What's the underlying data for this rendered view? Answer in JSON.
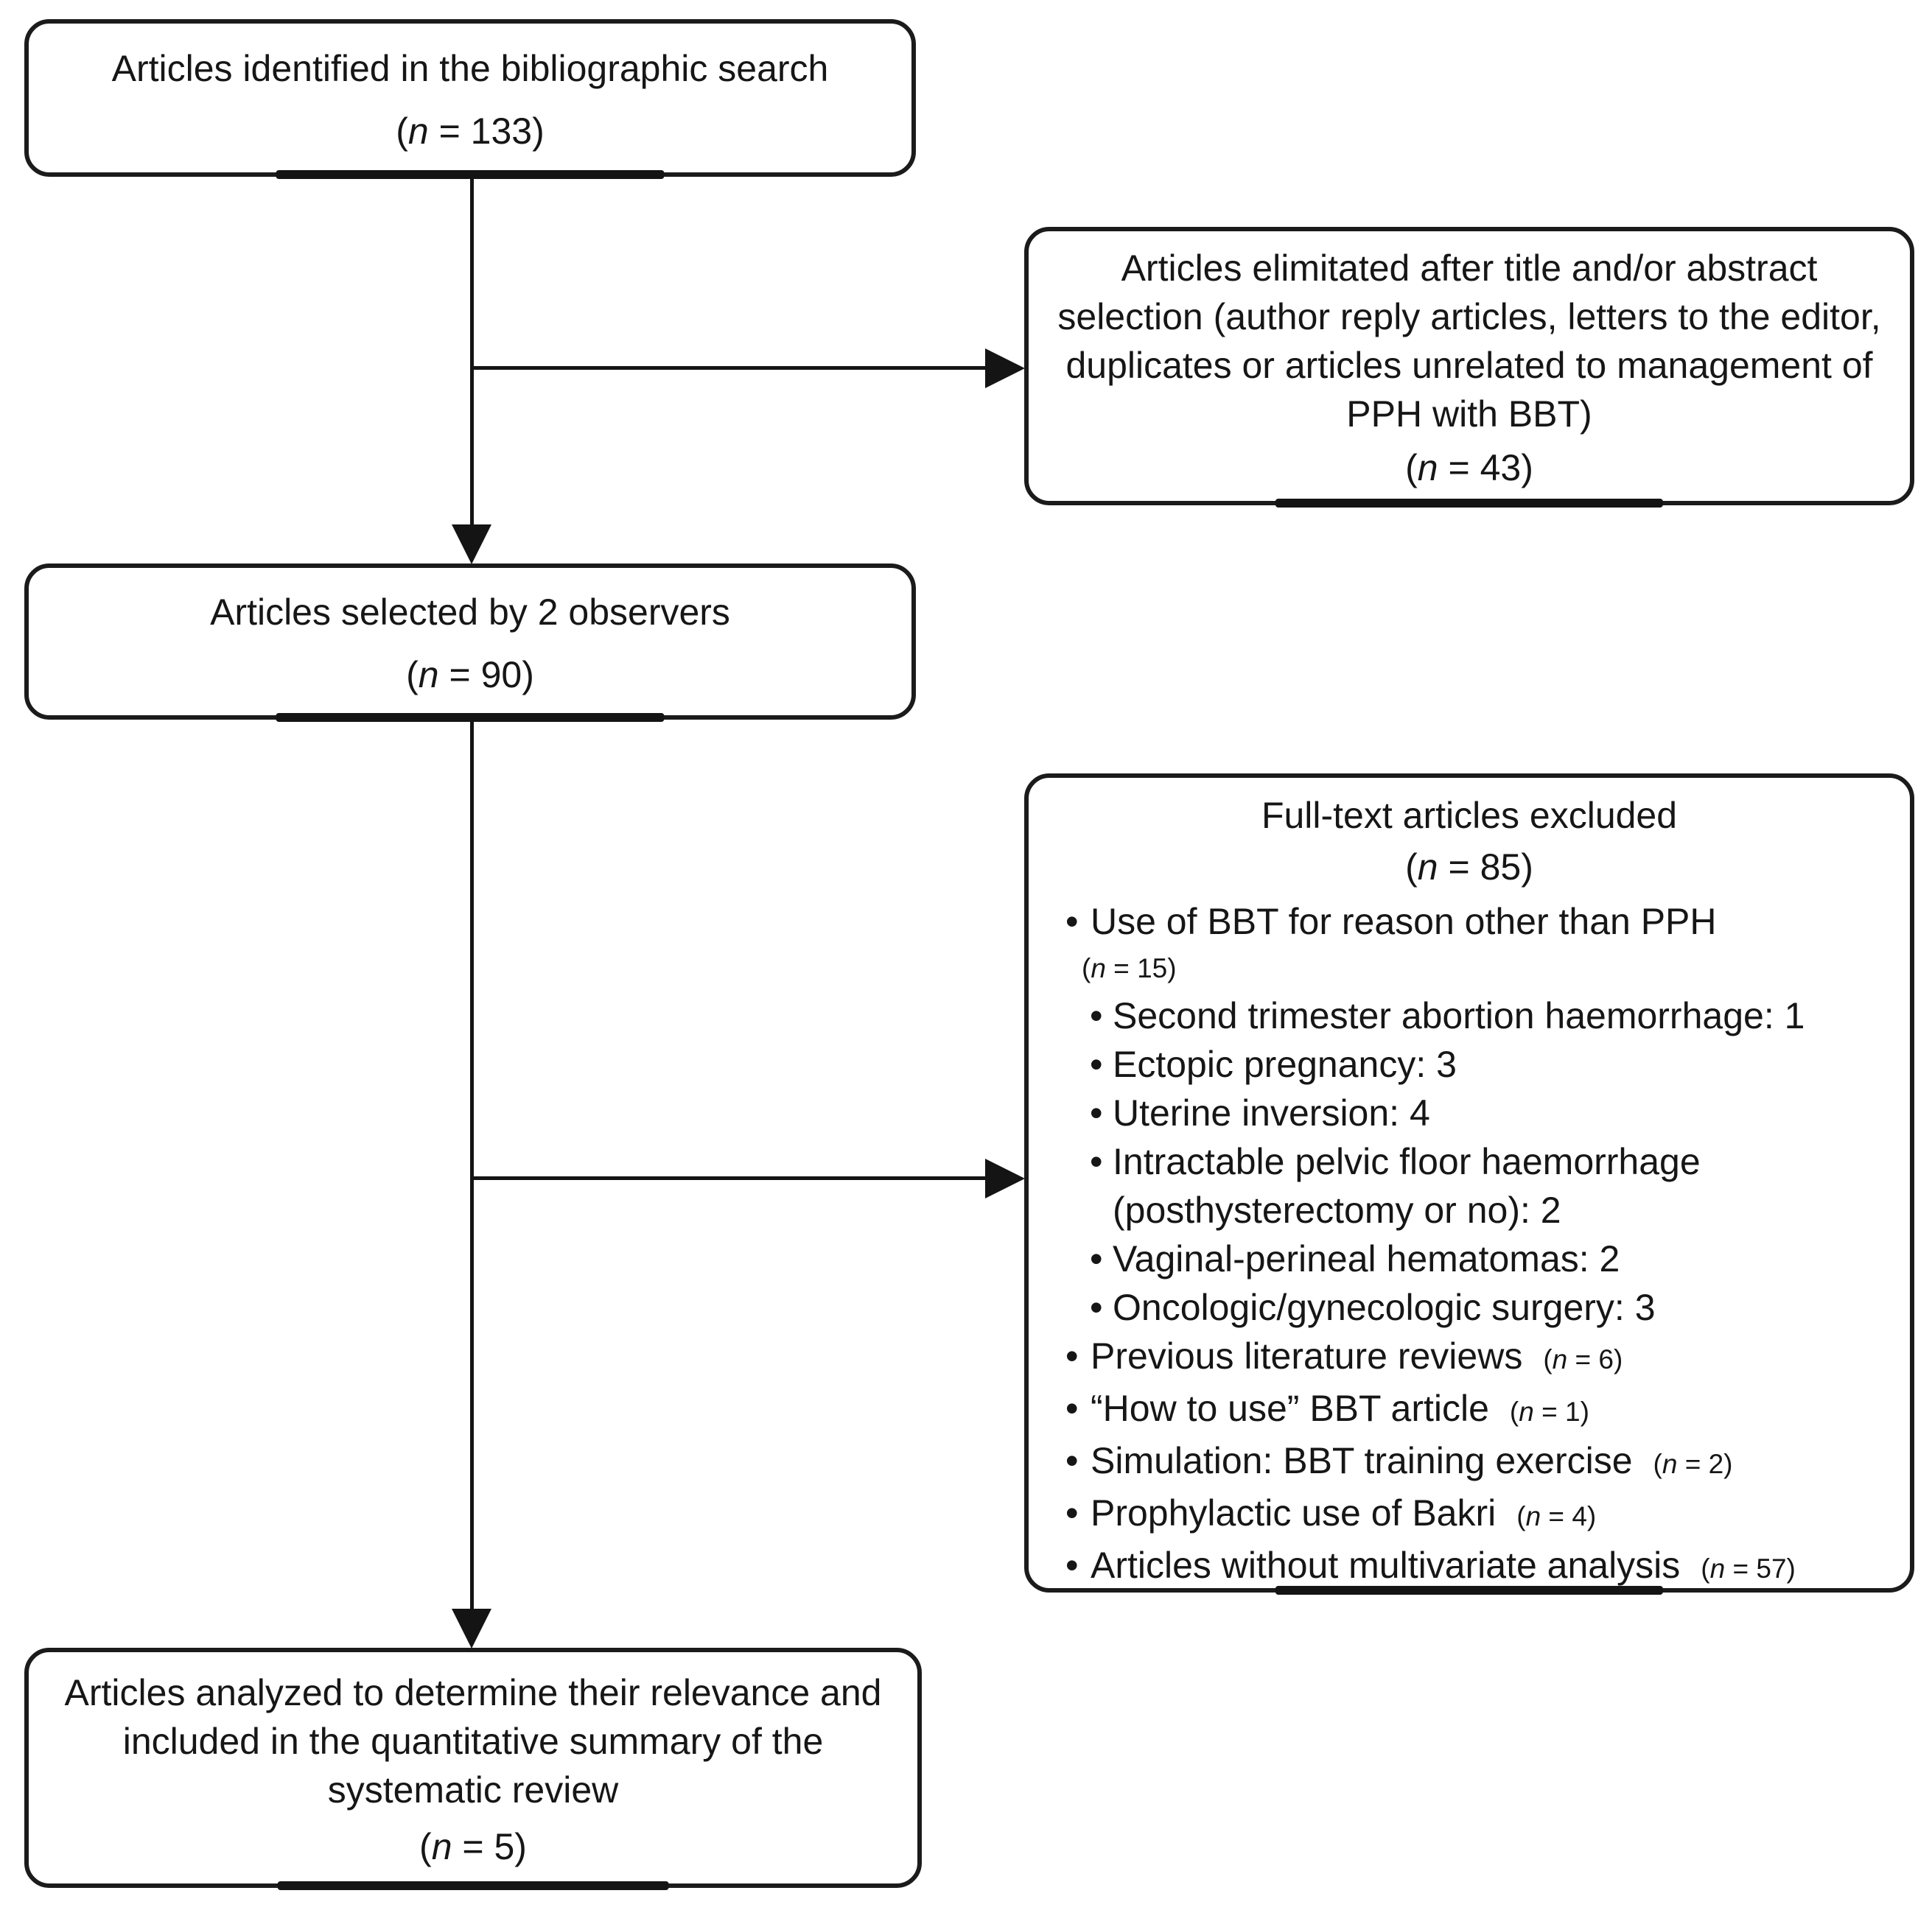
{
  "flowchart": {
    "colors": {
      "ink": "#161616",
      "border": "#1b1b1b",
      "background": "#ffffff"
    },
    "boxes": {
      "identified": {
        "text": "Articles identified in the bibliographic search",
        "count": "(n = 133)"
      },
      "eliminated": {
        "text": "Articles elimitated after title and/or abstract selection (author reply articles, letters to the editor, duplicates or articles unrelated to management of PPH with BBT)",
        "count": "(n = 43)"
      },
      "selected": {
        "text": "Articles selected by 2 observers",
        "count": "(n = 90)"
      },
      "excluded": {
        "title": "Full-text articles excluded",
        "count": "(n = 85)",
        "group_item": {
          "text": "Use of BBT for reason other than PPH",
          "count": "(n = 15)"
        },
        "sub_items": [
          "Second trimester abortion haemorrhage: 1",
          "Ectopic pregnancy: 3",
          "Uterine inversion: 4",
          "Intractable pelvic floor haemorrhage (posthysterectomy or no): 2",
          "Vaginal-perineal hematomas: 2",
          "Oncologic/gynecologic surgery: 3"
        ],
        "items": [
          {
            "text": "Previous literature reviews",
            "count": "(n = 6)"
          },
          {
            "text": "“How to use” BBT article",
            "count": "(n = 1)"
          },
          {
            "text": "Simulation: BBT training exercise",
            "count": "(n = 2)"
          },
          {
            "text": "Prophylactic use of Bakri",
            "count": "(n = 4)"
          },
          {
            "text": "Articles without multivariate analysis",
            "count": "(n = 57)"
          }
        ]
      },
      "analyzed": {
        "text": "Articles analyzed to determine their relevance and included in the quantitative summary of the systematic review",
        "count": "(n = 5)"
      }
    }
  }
}
